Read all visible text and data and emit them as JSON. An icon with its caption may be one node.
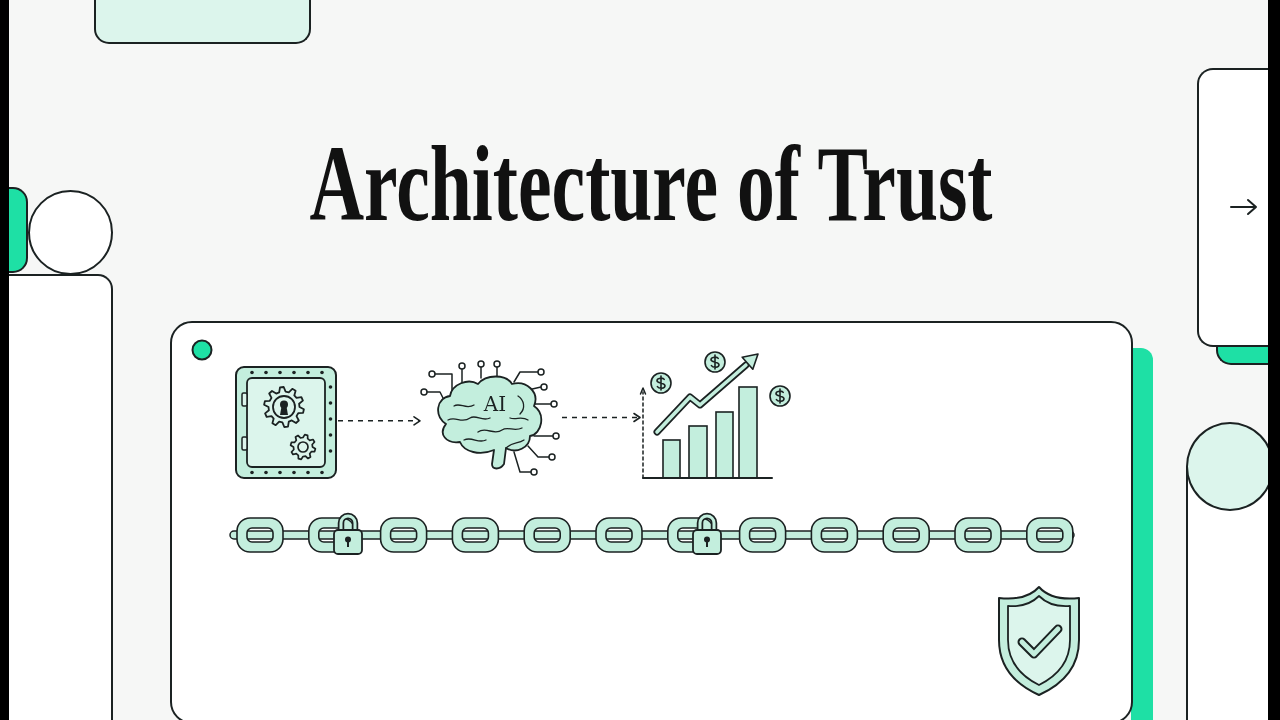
{
  "diagram": {
    "title": "Architecture of Trust",
    "nodes": [
      {
        "text": [],
        "shape": "box"
      },
      {
        "text": [],
        "shape": "picture",
        "in": 0
      },
      {
        "text": [
          "AI"
        ],
        "in": 0
      },
      {
        "text": [],
        "shape": "picture",
        "in": 0
      }
    ],
    "edges": [
      {
        "from": 1,
        "to": 2,
        "arrow": "to",
        "style": "dashed"
      },
      {
        "from": 2,
        "to": 3,
        "arrow": "to",
        "style": "dashed"
      }
    ]
  }
}
